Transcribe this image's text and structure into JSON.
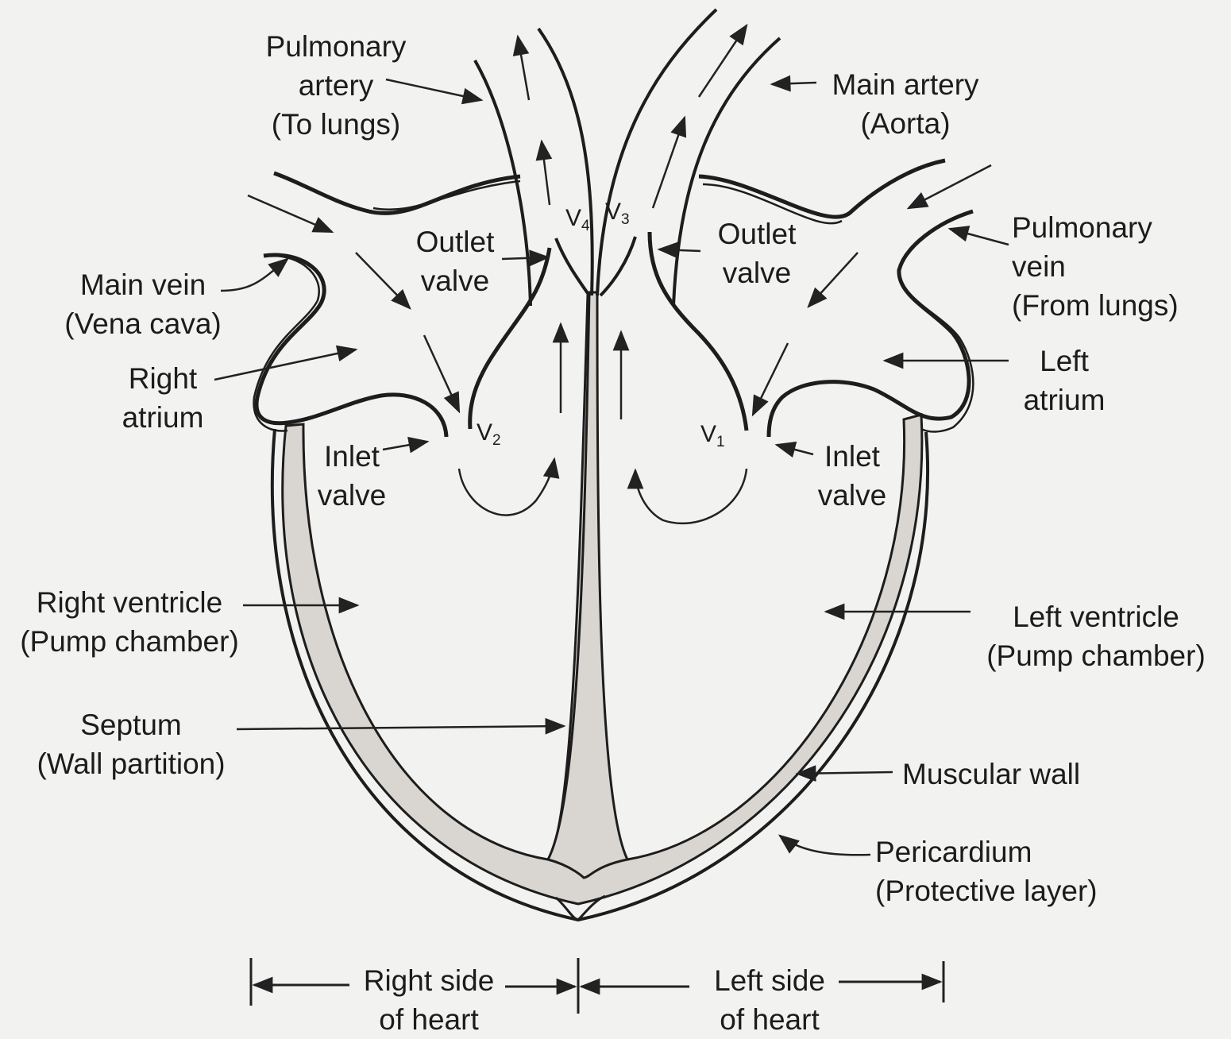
{
  "labels": {
    "pulmonary_artery": [
      "Pulmonary",
      "artery",
      "(To lungs)"
    ],
    "main_artery": [
      "Main artery",
      "(Aorta)"
    ],
    "main_vein": [
      "Main vein",
      "(Vena cava)"
    ],
    "right_atrium": [
      "Right",
      "atrium"
    ],
    "outlet_valve_right": [
      "Outlet",
      "valve"
    ],
    "outlet_valve_left": [
      "Outlet",
      "valve"
    ],
    "pulmonary_vein": [
      "Pulmonary",
      "vein",
      "(From lungs)"
    ],
    "left_atrium": [
      "Left",
      "atrium"
    ],
    "inlet_valve_right": [
      "Inlet",
      "valve"
    ],
    "inlet_valve_left": [
      "Inlet",
      "valve"
    ],
    "right_ventricle": [
      "Right ventricle",
      "(Pump chamber)"
    ],
    "left_ventricle": [
      "Left ventricle",
      "(Pump chamber)"
    ],
    "septum": [
      "Septum",
      "(Wall partition)"
    ],
    "muscular_wall": [
      "Muscular wall"
    ],
    "pericardium": [
      "Pericardium",
      "(Protective layer)"
    ],
    "right_side": [
      "Right side",
      "of heart"
    ],
    "left_side": [
      "Left side",
      "of heart"
    ]
  },
  "valves": {
    "v1": {
      "letter": "V",
      "sub": "1"
    },
    "v2": {
      "letter": "V",
      "sub": "2"
    },
    "v3": {
      "letter": "V",
      "sub": "3"
    },
    "v4": {
      "letter": "V",
      "sub": "4"
    }
  }
}
